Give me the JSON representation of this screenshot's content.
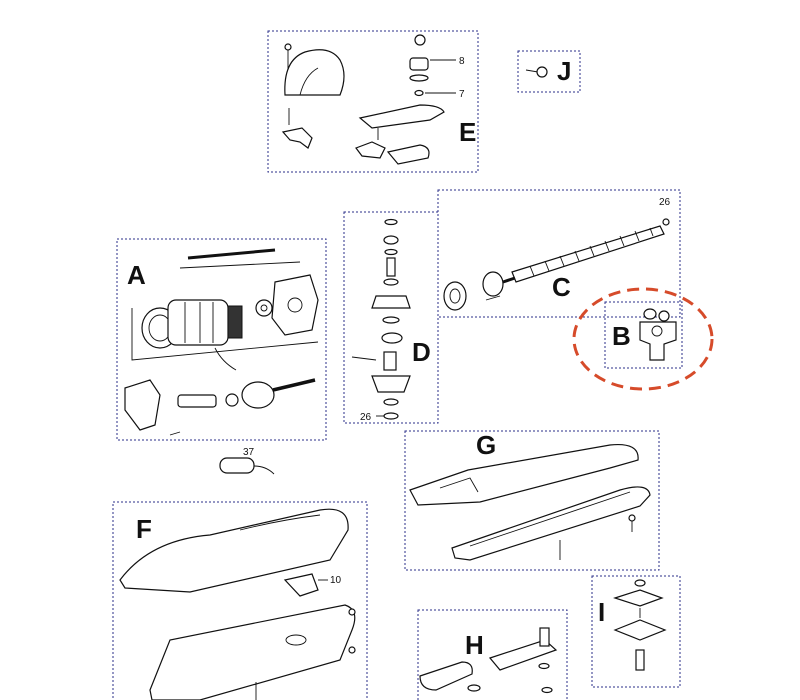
{
  "groups": {
    "a": {
      "label": "A"
    },
    "b": {
      "label": "B"
    },
    "c": {
      "label": "C",
      "callout": "26"
    },
    "d": {
      "label": "D",
      "callout": "26"
    },
    "e": {
      "label": "E",
      "callout_top": "8",
      "callout_bottom": "7"
    },
    "f": {
      "label": "F",
      "callout": "10"
    },
    "g": {
      "label": "G"
    },
    "h": {
      "label": "H"
    },
    "i": {
      "label": "I"
    },
    "j": {
      "label": "J"
    }
  },
  "capacitor": {
    "callout": "37"
  },
  "highlight": {
    "group": "B",
    "color": "#d64b2a"
  },
  "colors": {
    "box_border": "#2b2f8a",
    "ink": "#111111"
  }
}
